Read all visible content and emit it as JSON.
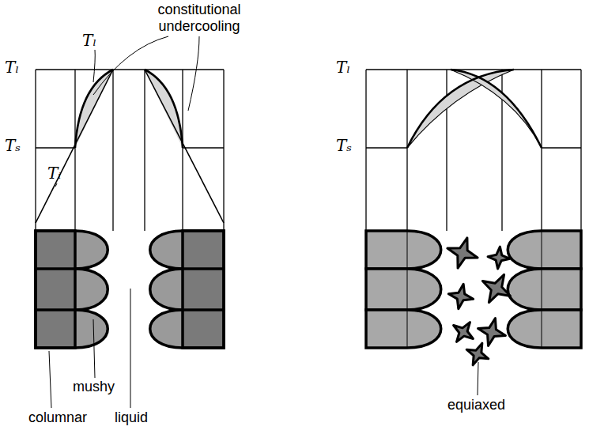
{
  "diagram": {
    "labels": [
      "constitutional undercooling",
      "Tₗ",
      "Tₗ",
      "Tₛ",
      "Tᵢ",
      "mushy",
      "columnar",
      "liquid",
      "Tₗ",
      "Tₛ",
      "equiaxed"
    ]
  }
}
